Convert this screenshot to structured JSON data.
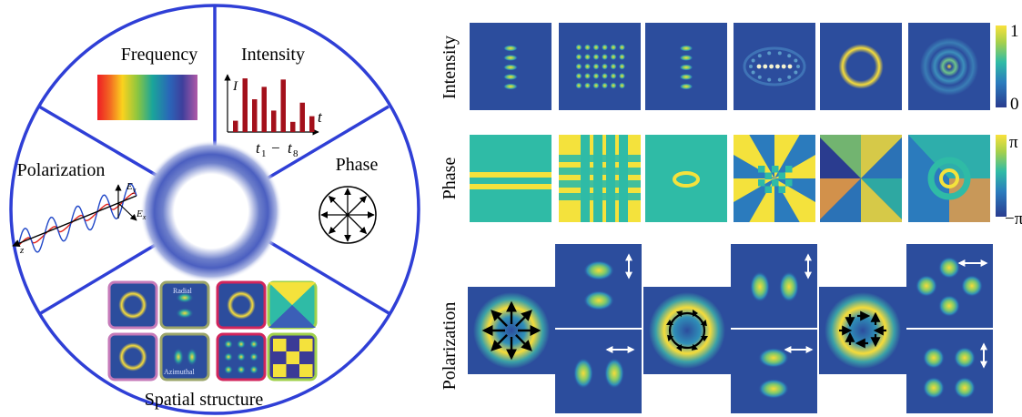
{
  "wheel": {
    "frequency_label": "Frequency",
    "intensity_label": "Intensity",
    "phase_label": "Phase",
    "polarization_label": "Polarization",
    "spatial_label": "Spatial structure",
    "intensity_axis_y": "I",
    "intensity_axis_x": "t",
    "intensity_range_t1": "t",
    "intensity_range_sub1": "1",
    "intensity_range_dash": "−",
    "intensity_range_t8": "t",
    "intensity_range_sub8": "8",
    "intensity_bars": [
      0.2,
      0.95,
      0.58,
      0.8,
      0.38,
      0.93,
      0.18,
      0.52,
      0.28
    ],
    "pol_ey": "E",
    "pol_ey_sub": "y",
    "pol_ex": "E",
    "pol_ex_sub": "x",
    "pol_z": "z",
    "spatial_thumb_radial": "Radial",
    "spatial_thumb_azimuthal": "Azimuthal"
  },
  "rows": {
    "intensity": "Intensity",
    "phase": "Phase",
    "polarization": "Polarization"
  },
  "colorbars": {
    "intensity_max": "1",
    "intensity_min": "0",
    "phase_max": "π",
    "phase_min": "−π"
  },
  "colors": {
    "wheel_line": "#2f3fd6",
    "bar_color": "#a3101b",
    "map_bg": "#2c4d9d",
    "phase_teal": "#2fbba6",
    "phase_yellow": "#f4e23c"
  }
}
